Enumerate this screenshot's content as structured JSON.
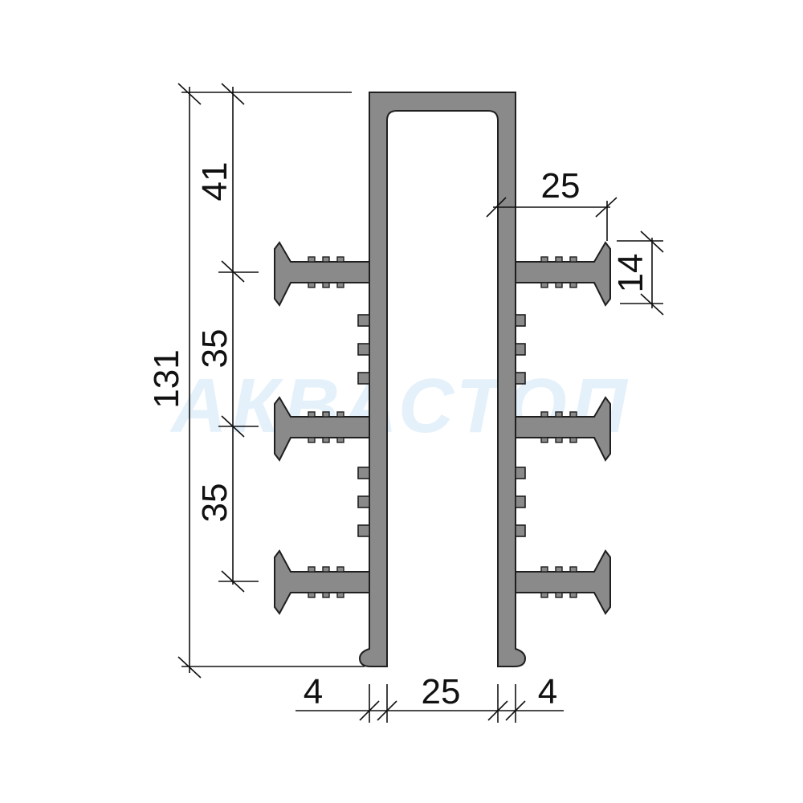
{
  "watermark": "АКВАСТОП",
  "colors": {
    "profile_fill": "#8a8a8a",
    "profile_stroke": "#1f1f1f",
    "dimension_line": "#111111",
    "watermark": "#e4f1fa"
  },
  "dimensions": {
    "overall_height": "131",
    "top_section": "41",
    "middle_section_1": "35",
    "middle_section_2": "35",
    "anchor_width": "25",
    "anchor_height": "14",
    "left_wall": "4",
    "channel_width": "25",
    "right_wall": "4"
  }
}
